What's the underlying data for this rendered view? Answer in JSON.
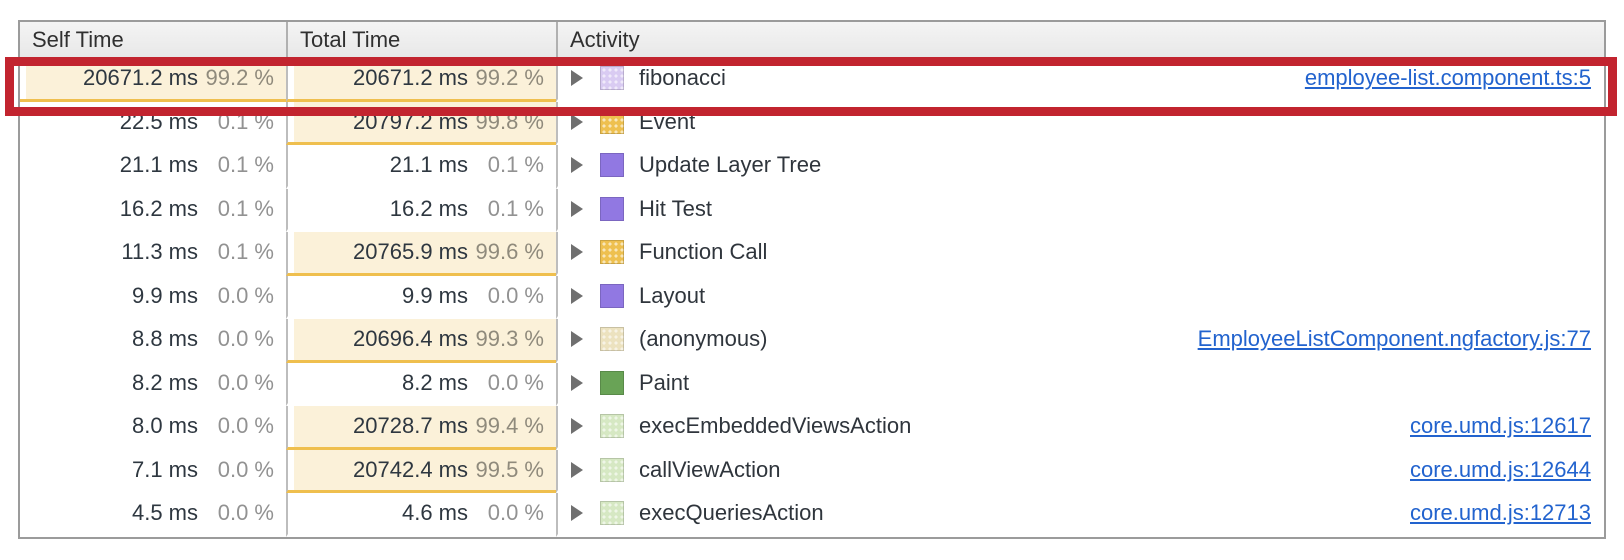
{
  "app": "Chrome DevTools Performance - Bottom-Up view",
  "colors": {
    "annotation_red": "#c2242f",
    "heat_background": "#fbf1d9",
    "heat_underline": "#efbf4e",
    "link_blue": "#2263ce",
    "swatch_light_purple": "#d9cbf2",
    "swatch_amber": "#eec04f",
    "swatch_purple": "#9178e2",
    "swatch_pale_tan": "#ece2bf",
    "swatch_green": "#69a356",
    "swatch_pale_green": "#d6e8c3"
  },
  "table": {
    "columns": [
      {
        "label": "Self Time"
      },
      {
        "label": "Total Time"
      },
      {
        "label": "Activity"
      }
    ],
    "rows": [
      {
        "self_ms": "20671.2 ms",
        "self_pct": "99.2 %",
        "self_heat": true,
        "total_ms": "20671.2 ms",
        "total_pct": "99.2 %",
        "total_heat": true,
        "activity": "fibonacci",
        "swatch": "#d9cbf2",
        "pattern": true,
        "link": "employee-list.component.ts:5",
        "highlighted": true
      },
      {
        "self_ms": "22.5 ms",
        "self_pct": "0.1 %",
        "self_heat": false,
        "total_ms": "20797.2 ms",
        "total_pct": "99.8 %",
        "total_heat": true,
        "activity": "Event",
        "swatch": "#eec04f",
        "pattern": true,
        "link": "",
        "highlighted": false
      },
      {
        "self_ms": "21.1 ms",
        "self_pct": "0.1 %",
        "self_heat": false,
        "total_ms": "21.1 ms",
        "total_pct": "0.1 %",
        "total_heat": false,
        "activity": "Update Layer Tree",
        "swatch": "#9178e2",
        "pattern": false,
        "link": "",
        "highlighted": false
      },
      {
        "self_ms": "16.2 ms",
        "self_pct": "0.1 %",
        "self_heat": false,
        "total_ms": "16.2 ms",
        "total_pct": "0.1 %",
        "total_heat": false,
        "activity": "Hit Test",
        "swatch": "#9178e2",
        "pattern": false,
        "link": "",
        "highlighted": false
      },
      {
        "self_ms": "11.3 ms",
        "self_pct": "0.1 %",
        "self_heat": false,
        "total_ms": "20765.9 ms",
        "total_pct": "99.6 %",
        "total_heat": true,
        "activity": "Function Call",
        "swatch": "#eec04f",
        "pattern": true,
        "link": "",
        "highlighted": false
      },
      {
        "self_ms": "9.9 ms",
        "self_pct": "0.0 %",
        "self_heat": false,
        "total_ms": "9.9 ms",
        "total_pct": "0.0 %",
        "total_heat": false,
        "activity": "Layout",
        "swatch": "#9178e2",
        "pattern": false,
        "link": "",
        "highlighted": false
      },
      {
        "self_ms": "8.8 ms",
        "self_pct": "0.0 %",
        "self_heat": false,
        "total_ms": "20696.4 ms",
        "total_pct": "99.3 %",
        "total_heat": true,
        "activity": "(anonymous)",
        "swatch": "#ece2bf",
        "pattern": true,
        "link": "EmployeeListComponent.ngfactory.js:77",
        "highlighted": false
      },
      {
        "self_ms": "8.2 ms",
        "self_pct": "0.0 %",
        "self_heat": false,
        "total_ms": "8.2 ms",
        "total_pct": "0.0 %",
        "total_heat": false,
        "activity": "Paint",
        "swatch": "#69a356",
        "pattern": false,
        "link": "",
        "highlighted": false
      },
      {
        "self_ms": "8.0 ms",
        "self_pct": "0.0 %",
        "self_heat": false,
        "total_ms": "20728.7 ms",
        "total_pct": "99.4 %",
        "total_heat": true,
        "activity": "execEmbeddedViewsAction",
        "swatch": "#d6e8c3",
        "pattern": true,
        "link": "core.umd.js:12617",
        "highlighted": false
      },
      {
        "self_ms": "7.1 ms",
        "self_pct": "0.0 %",
        "self_heat": false,
        "total_ms": "20742.4 ms",
        "total_pct": "99.5 %",
        "total_heat": true,
        "activity": "callViewAction",
        "swatch": "#d6e8c3",
        "pattern": true,
        "link": "core.umd.js:12644",
        "highlighted": false
      },
      {
        "self_ms": "4.5 ms",
        "self_pct": "0.0 %",
        "self_heat": false,
        "total_ms": "4.6 ms",
        "total_pct": "0.0 %",
        "total_heat": false,
        "activity": "execQueriesAction",
        "swatch": "#d6e8c3",
        "pattern": true,
        "link": "core.umd.js:12713",
        "highlighted": false
      }
    ]
  }
}
